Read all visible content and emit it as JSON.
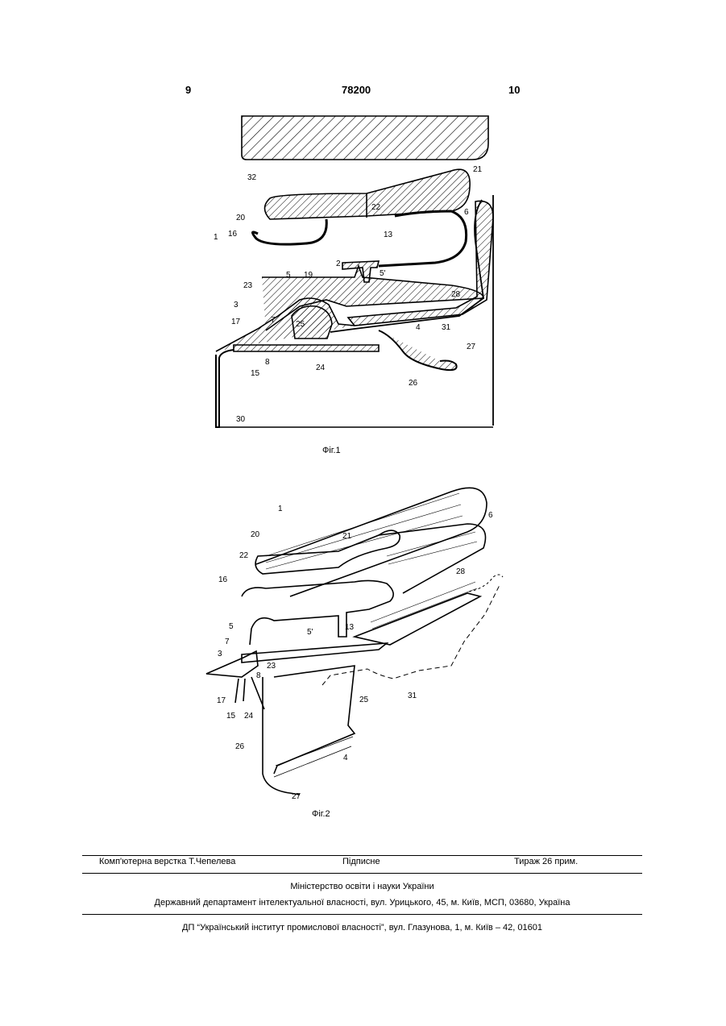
{
  "header": {
    "left_page": "9",
    "patent_number": "78200",
    "right_page": "10"
  },
  "figures": [
    {
      "caption": "Фіг.1",
      "labels": [
        "32",
        "21",
        "20",
        "22",
        "6",
        "1",
        "16",
        "13",
        "2",
        "5",
        "5'",
        "23",
        "19",
        "28",
        "3",
        "31",
        "4",
        "17",
        "7",
        "25",
        "27",
        "8",
        "15",
        "24",
        "26",
        "30"
      ]
    },
    {
      "caption": "Фіг.2",
      "labels": [
        "1",
        "6",
        "20",
        "21",
        "22",
        "16",
        "28",
        "5",
        "5'",
        "13",
        "7",
        "3",
        "23",
        "8",
        "25",
        "31",
        "17",
        "15",
        "24",
        "26",
        "4",
        "27"
      ]
    }
  ],
  "footer": {
    "typesetting": "Комп'ютерна верстка Т.Чепелева",
    "subscription": "Підписне",
    "circulation": "Тираж 26 прим.",
    "ministry": "Міністерство освіти і науки України",
    "department": "Державний департамент інтелектуальної власності, вул. Урицького, 45, м. Київ, МСП, 03680, Україна",
    "institute": "ДП “Український інститут промислової власності”, вул. Глазунова, 1, м. Київ – 42, 01601"
  }
}
